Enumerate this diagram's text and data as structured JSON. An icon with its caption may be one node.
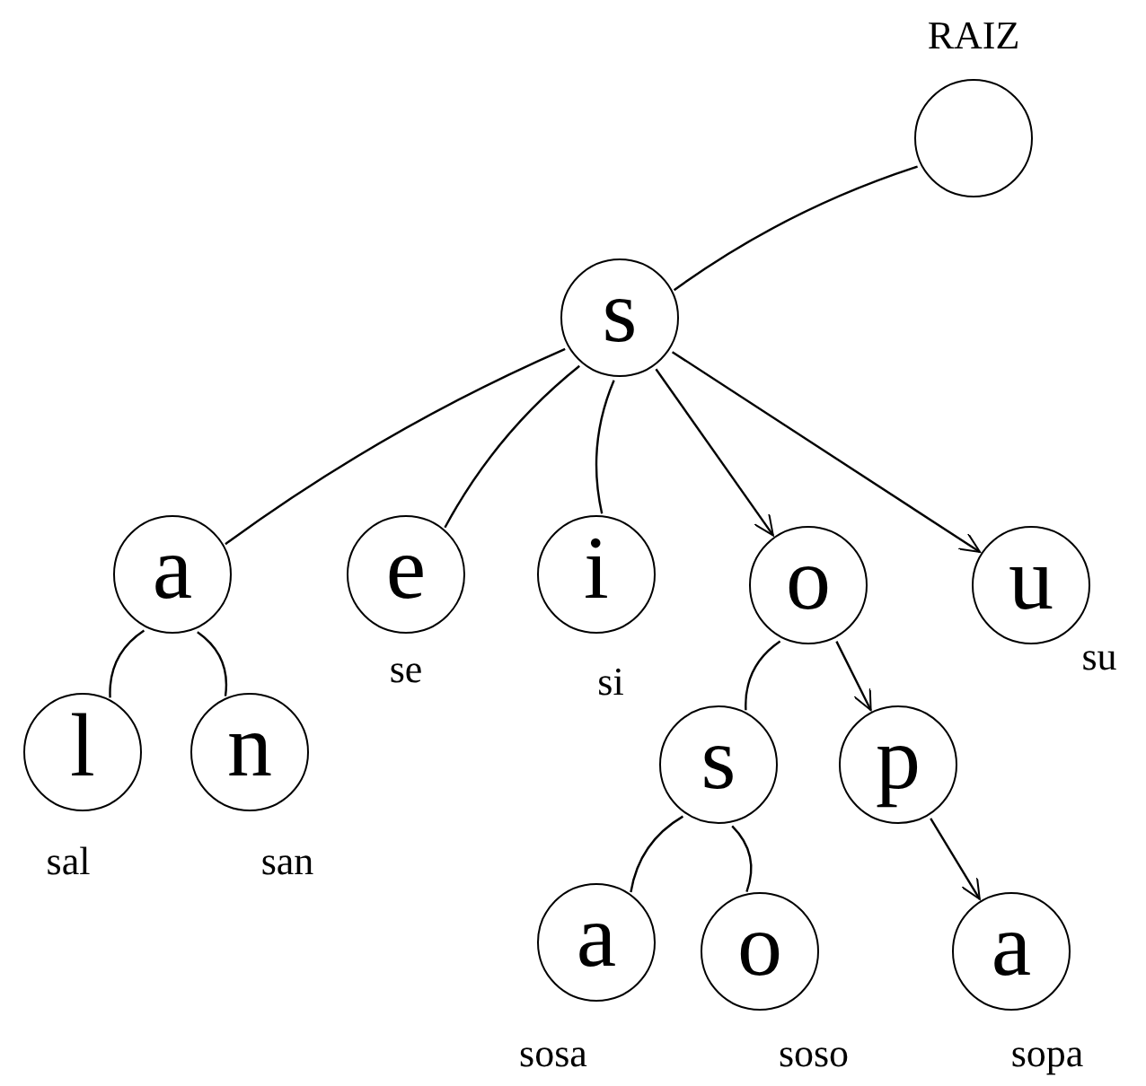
{
  "diagram": {
    "nodes": [
      {
        "text": [],
        "shape": "circle",
        "beside": [
          "RAIZ"
        ]
      },
      {
        "text": [
          "s"
        ]
      },
      {
        "text": [
          "a"
        ]
      },
      {
        "text": [
          "e"
        ],
        "beside": [
          "se"
        ]
      },
      {
        "text": [
          "i"
        ],
        "beside": [
          "si"
        ]
      },
      {
        "text": [
          "o"
        ]
      },
      {
        "text": [
          "u"
        ],
        "beside": [
          "su"
        ]
      },
      {
        "text": [
          "l"
        ],
        "beside": [
          "sal"
        ]
      },
      {
        "text": [
          "n"
        ],
        "beside": [
          "san"
        ]
      },
      {
        "text": [
          "s"
        ]
      },
      {
        "text": [
          "p"
        ]
      },
      {
        "text": [
          "a"
        ],
        "beside": [
          "sosa"
        ]
      },
      {
        "text": [
          "o"
        ],
        "beside": [
          "soso"
        ]
      },
      {
        "text": [
          "a"
        ],
        "beside": [
          "sopa"
        ]
      }
    ],
    "edges": [
      {
        "from": 0,
        "to": 1,
        "arrow": "none"
      },
      {
        "from": 1,
        "to": 2,
        "arrow": "none"
      },
      {
        "from": 1,
        "to": 3,
        "arrow": "none"
      },
      {
        "from": 1,
        "to": 4,
        "arrow": "none"
      },
      {
        "from": 1,
        "to": 5,
        "arrow": "to"
      },
      {
        "from": 1,
        "to": 6,
        "arrow": "to"
      },
      {
        "from": 2,
        "to": 7,
        "arrow": "none"
      },
      {
        "from": 2,
        "to": 8,
        "arrow": "none"
      },
      {
        "from": 5,
        "to": 9,
        "arrow": "none"
      },
      {
        "from": 5,
        "to": 10,
        "arrow": "to"
      },
      {
        "from": 9,
        "to": 11,
        "arrow": "none"
      },
      {
        "from": 9,
        "to": 12,
        "arrow": "none"
      },
      {
        "from": 10,
        "to": 13,
        "arrow": "to"
      }
    ]
  }
}
